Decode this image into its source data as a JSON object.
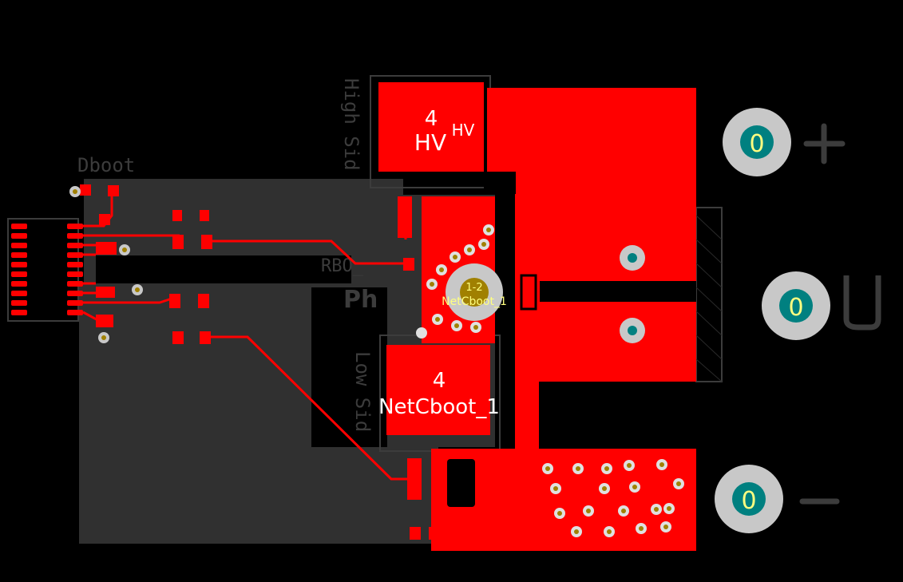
{
  "colors": {
    "background": "#000000",
    "copper_top": "#ff0000",
    "copper_pour": "#303030",
    "silkscreen": "#3c3c3c",
    "pad_text": "#ffffff",
    "via_ring": "#c8c8c8",
    "via_hole": "#008080",
    "via_highlight": "#a08000",
    "via_label": "#ffff80"
  },
  "labels": {
    "dboot": "Dboot",
    "high_side": "High Sid",
    "low_side": "Low Sid",
    "rbo": "RBO_",
    "phase": "Ph"
  },
  "pads": {
    "hv_number": "4",
    "hv_net": "HV",
    "hv_small": "HV",
    "ls_number": "4",
    "ls_net": "NetCboot_1"
  },
  "via": {
    "layers": "1-2",
    "net": "NetCboot_1"
  },
  "terminals": [
    {
      "id": "plus",
      "number": "0",
      "symbol": "+"
    },
    {
      "id": "u",
      "number": "0",
      "symbol": "U"
    },
    {
      "id": "minus",
      "number": "0",
      "symbol": "−"
    }
  ]
}
